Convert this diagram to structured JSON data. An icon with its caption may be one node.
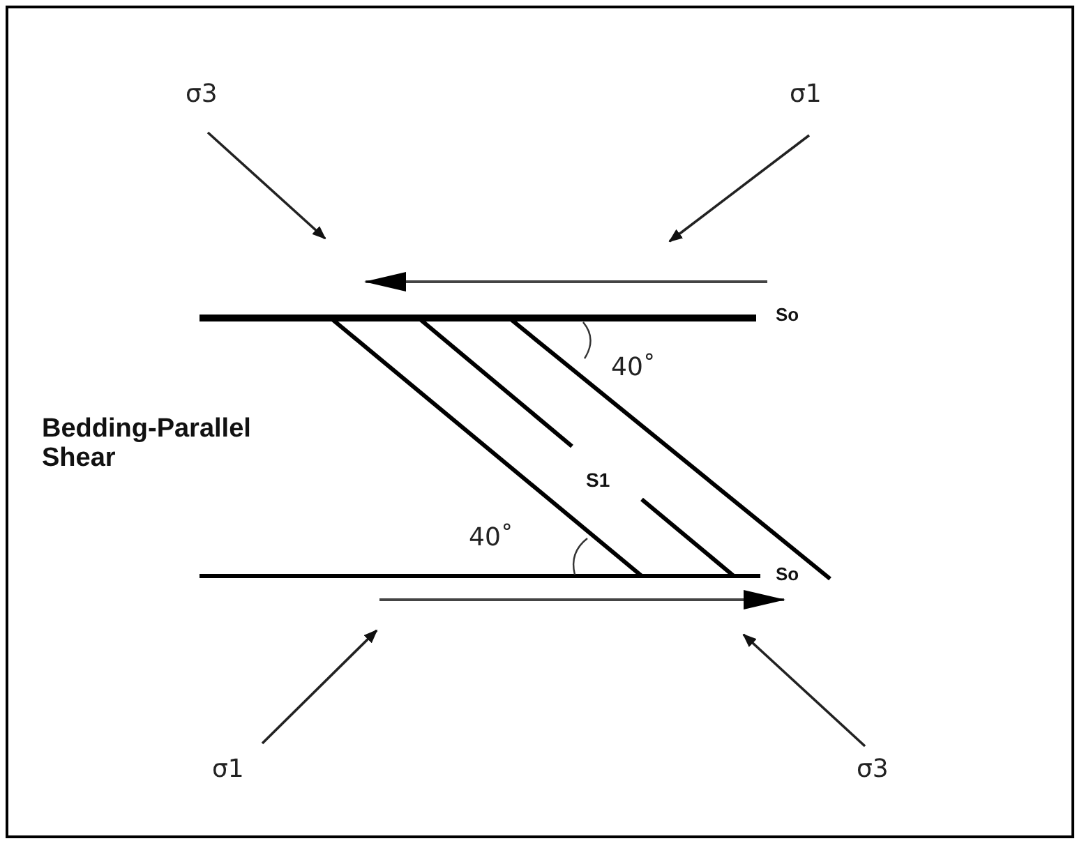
{
  "diagram": {
    "labels": [
      "σ3",
      "σ1",
      "So",
      "40˚",
      "Bedding-Parallel Shear",
      "S1",
      "40˚",
      "So",
      "σ1",
      "σ3"
    ]
  }
}
